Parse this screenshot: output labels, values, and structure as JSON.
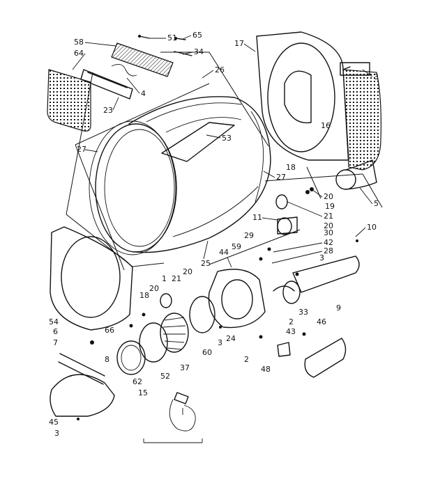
{
  "diagram": {
    "callouts": [
      {
        "id": "c-58",
        "text": "58"
      },
      {
        "id": "c-64",
        "text": "64"
      },
      {
        "id": "c-51",
        "text": "51"
      },
      {
        "id": "c-65",
        "text": "65"
      },
      {
        "id": "c-34",
        "text": "34"
      },
      {
        "id": "c-17",
        "text": "17"
      },
      {
        "id": "c-3a",
        "text": "3"
      },
      {
        "id": "c-26",
        "text": "26"
      },
      {
        "id": "c-4",
        "text": "4"
      },
      {
        "id": "c-23",
        "text": "23"
      },
      {
        "id": "c-16",
        "text": "16"
      },
      {
        "id": "c-53",
        "text": "53"
      },
      {
        "id": "c-27a",
        "text": "27"
      },
      {
        "id": "c-27b",
        "text": "27"
      },
      {
        "id": "c-18a",
        "text": "18"
      },
      {
        "id": "c-20a",
        "text": "20"
      },
      {
        "id": "c-19",
        "text": "19"
      },
      {
        "id": "c-5",
        "text": "5"
      },
      {
        "id": "c-21a",
        "text": "21"
      },
      {
        "id": "c-20b",
        "text": "20"
      },
      {
        "id": "c-11",
        "text": "11"
      },
      {
        "id": "c-10",
        "text": "10"
      },
      {
        "id": "c-30",
        "text": "30"
      },
      {
        "id": "c-29",
        "text": "29"
      },
      {
        "id": "c-42",
        "text": "42"
      },
      {
        "id": "c-59",
        "text": "59"
      },
      {
        "id": "c-28",
        "text": "28"
      },
      {
        "id": "c-25",
        "text": "25"
      },
      {
        "id": "c-44",
        "text": "44"
      },
      {
        "id": "c-3b",
        "text": "3"
      },
      {
        "id": "c-20c",
        "text": "20"
      },
      {
        "id": "c-21b",
        "text": "21"
      },
      {
        "id": "c-20d",
        "text": "20"
      },
      {
        "id": "c-18b",
        "text": "18"
      },
      {
        "id": "c-1",
        "text": "1"
      },
      {
        "id": "c-9",
        "text": "9"
      },
      {
        "id": "c-33",
        "text": "33"
      },
      {
        "id": "c-2a",
        "text": "2"
      },
      {
        "id": "c-46",
        "text": "46"
      },
      {
        "id": "c-43",
        "text": "43"
      },
      {
        "id": "c-54",
        "text": "54"
      },
      {
        "id": "c-6",
        "text": "6"
      },
      {
        "id": "c-66",
        "text": "66"
      },
      {
        "id": "c-3c",
        "text": "3"
      },
      {
        "id": "c-24",
        "text": "24"
      },
      {
        "id": "c-7",
        "text": "7"
      },
      {
        "id": "c-8",
        "text": "8"
      },
      {
        "id": "c-60",
        "text": "60"
      },
      {
        "id": "c-2b",
        "text": "2"
      },
      {
        "id": "c-37",
        "text": "37"
      },
      {
        "id": "c-48",
        "text": "48"
      },
      {
        "id": "c-62",
        "text": "62"
      },
      {
        "id": "c-52",
        "text": "52"
      },
      {
        "id": "c-15",
        "text": "15"
      },
      {
        "id": "c-45",
        "text": "45"
      },
      {
        "id": "c-3d",
        "text": "3"
      }
    ]
  }
}
